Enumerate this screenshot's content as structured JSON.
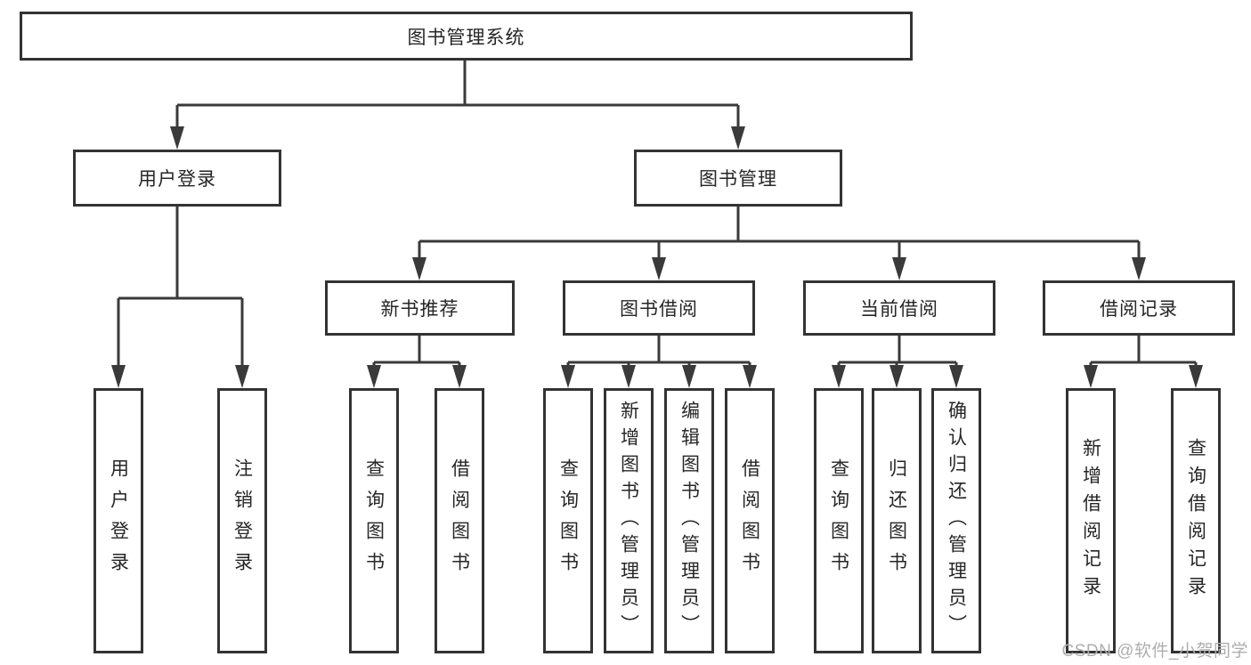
{
  "tree": {
    "label": "图书管理系统",
    "children": [
      {
        "label": "用户登录",
        "children": [
          {
            "label": "用户登录"
          },
          {
            "label": "注销登录"
          }
        ]
      },
      {
        "label": "图书管理",
        "children": [
          {
            "label": "新书推荐",
            "children": [
              {
                "label": "查询图书"
              },
              {
                "label": "借阅图书"
              }
            ]
          },
          {
            "label": "图书借阅",
            "children": [
              {
                "label": "查询图书"
              },
              {
                "label": "新增图书（管理员）"
              },
              {
                "label": "编辑图书（管理员）"
              },
              {
                "label": "借阅图书"
              }
            ]
          },
          {
            "label": "当前借阅",
            "children": [
              {
                "label": "查询图书"
              },
              {
                "label": "归还图书"
              },
              {
                "label": "确认归还（管理员）"
              }
            ]
          },
          {
            "label": "借阅记录",
            "children": [
              {
                "label": "新增借阅记录"
              },
              {
                "label": "查询借阅记录"
              }
            ]
          }
        ]
      }
    ]
  },
  "watermark": {
    "text": "CSDN @软件_小贺同学"
  },
  "colors": {
    "line": "#3a3a3a",
    "border": "#333333",
    "text": "#262626",
    "watermark": "#aeaeae",
    "bg": "#ffffff"
  }
}
